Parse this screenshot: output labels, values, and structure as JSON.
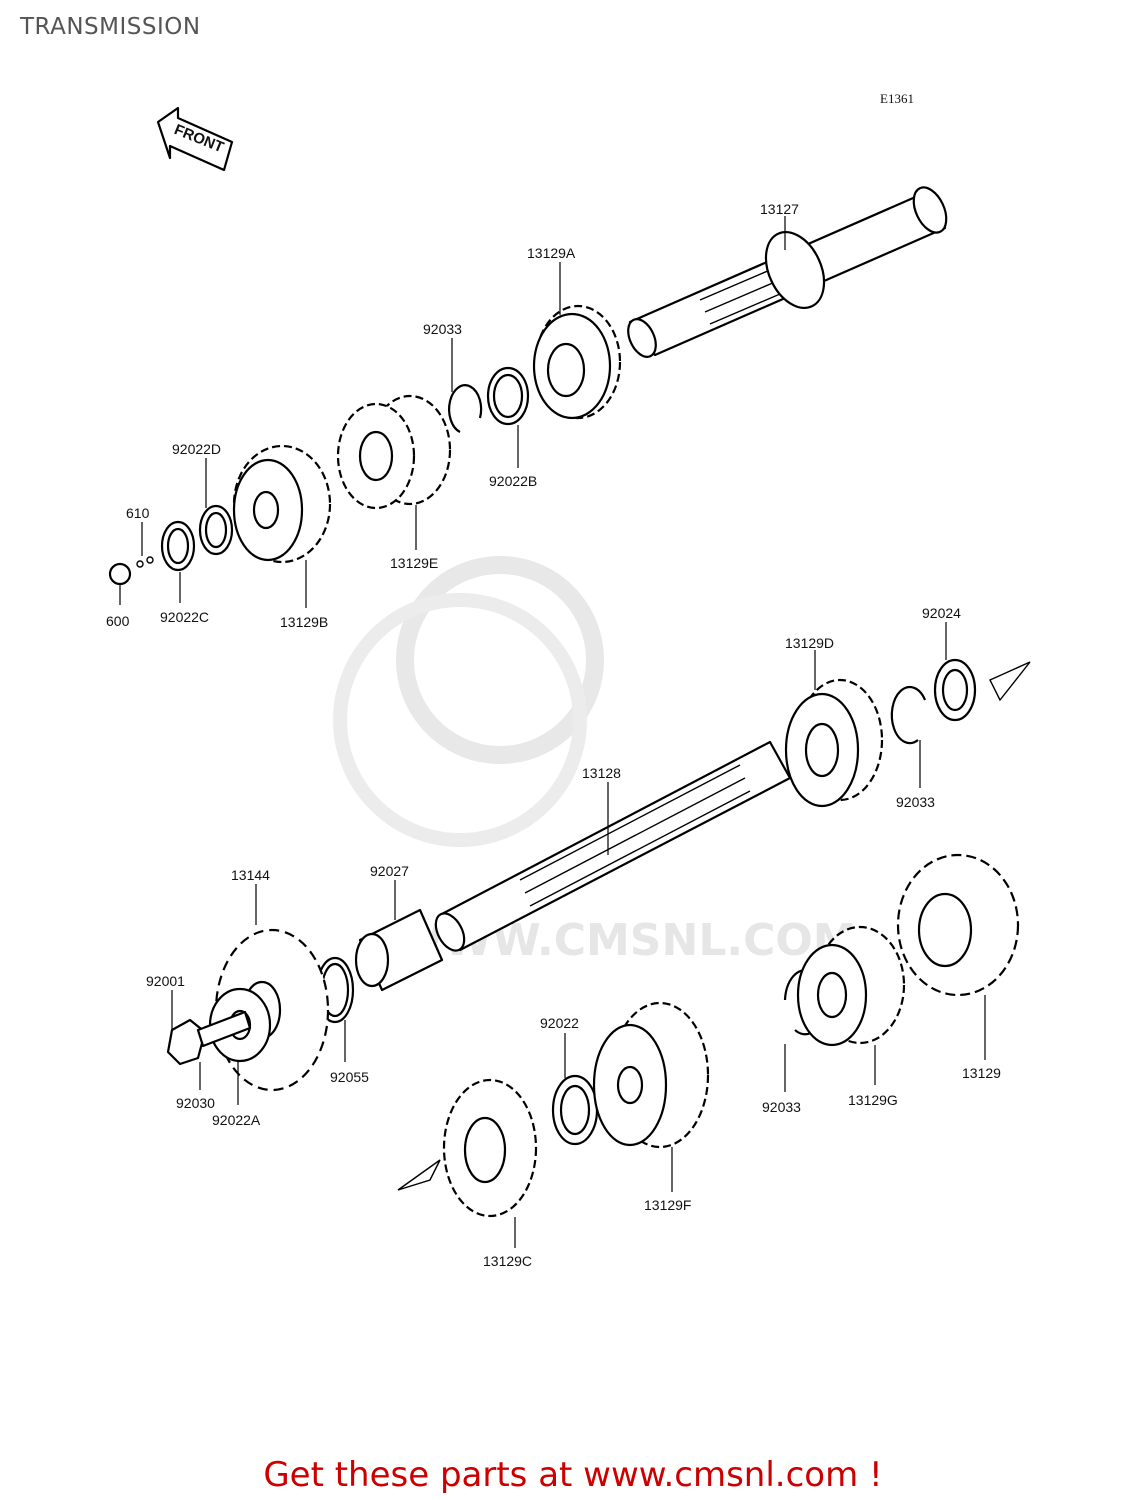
{
  "header": {
    "title": "TRANSMISSION"
  },
  "diagram": {
    "code": "E1361",
    "front_label": "FRONT",
    "watermark": "WWW.CMSNL.COM",
    "labels": [
      "13127",
      "13129A",
      "92033",
      "92022B",
      "92022D",
      "610",
      "600",
      "92022C",
      "13129B",
      "13129E",
      "92024",
      "13129D",
      "92033",
      "13128",
      "13144",
      "92027",
      "92001",
      "92030",
      "92022A",
      "92055",
      "92022",
      "13129F",
      "13129C",
      "92033",
      "13129G",
      "13129"
    ]
  },
  "footer": {
    "cta": "Get these parts at www.cmsnl.com !"
  }
}
